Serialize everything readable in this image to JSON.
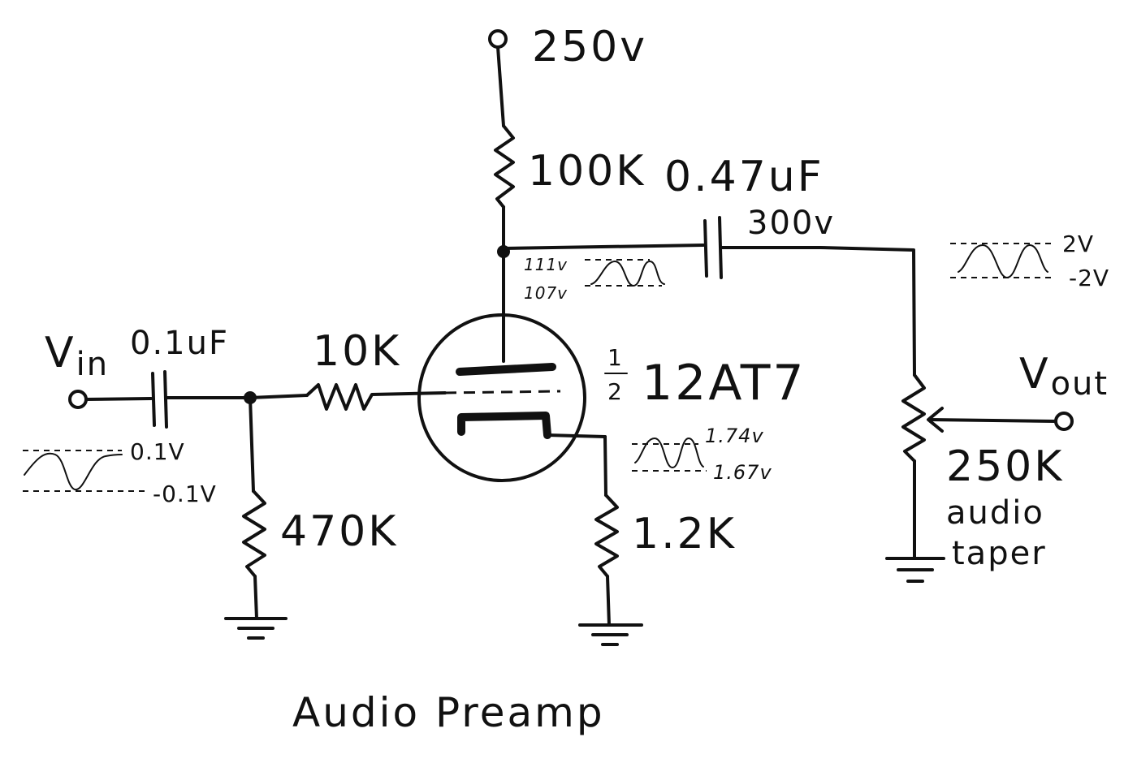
{
  "title": "Audio Preamp",
  "supply": {
    "label": "250v"
  },
  "input": {
    "label": "V",
    "sub": "in",
    "wave_high": "0.1V",
    "wave_low": "-0.1V"
  },
  "output": {
    "label": "V",
    "sub": "out",
    "wave_high": "2V",
    "wave_low": "-2V"
  },
  "components": {
    "plate_resistor": "100K",
    "coupling_cap_out": "0.47uF",
    "coupling_cap_out_rating": "300v",
    "coupling_cap_in": "0.1uF",
    "grid_resistor": "10K",
    "grid_leak_resistor": "470K",
    "cathode_resistor": "1.2K",
    "pot_value": "250K",
    "pot_line1": "audio",
    "pot_line2": "taper",
    "tube_fraction_num": "1",
    "tube_fraction_den": "2",
    "tube": "12AT7"
  },
  "plate_wave": {
    "high": "111v",
    "low": "107v"
  },
  "cathode_wave": {
    "high": "1.74v",
    "low": "1.67v"
  }
}
